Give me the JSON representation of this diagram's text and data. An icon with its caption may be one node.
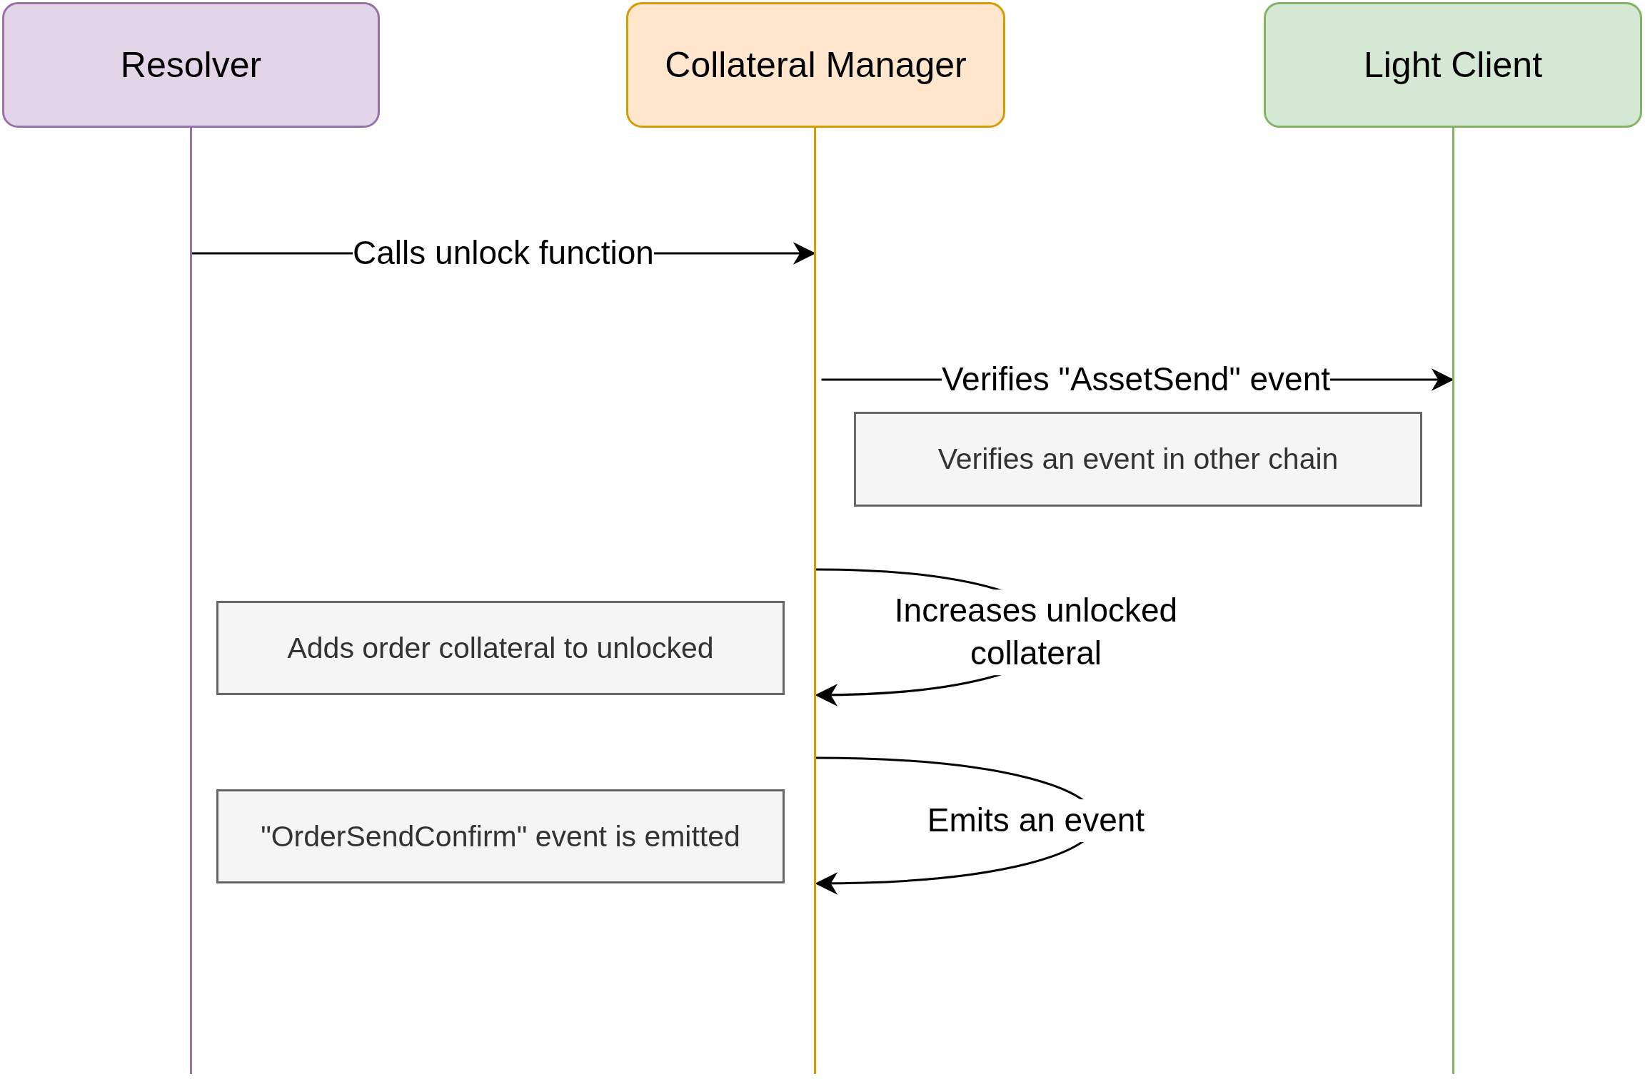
{
  "diagram": {
    "nodes": [
      {
        "text": [
          "Resolver"
        ]
      },
      {
        "text": [
          "Collateral Manager"
        ]
      },
      {
        "text": [
          "Light Client"
        ]
      },
      {
        "text": [],
        "shape": "bar"
      },
      {
        "text": [],
        "shape": "bar"
      },
      {
        "text": [],
        "shape": "bar"
      },
      {
        "text": [
          "Verifies an event in other chain"
        ]
      },
      {
        "text": [
          "Adds order collateral to unlocked"
        ]
      },
      {
        "text": [
          "\"OrderSendConfirm\" event is emitted"
        ]
      }
    ],
    "edges": [
      {
        "from": 3,
        "to": 4,
        "arrow": "to",
        "label": "Calls unlock function"
      },
      {
        "from": 4,
        "to": 5,
        "arrow": "to",
        "label": "Verifies \"AssetSend\" event"
      },
      {
        "from": 4,
        "to": 4,
        "arrow": "to",
        "label": "Increases unlocked collateral"
      },
      {
        "from": 4,
        "to": 4,
        "arrow": "to",
        "label": "Emits an event"
      }
    ]
  }
}
